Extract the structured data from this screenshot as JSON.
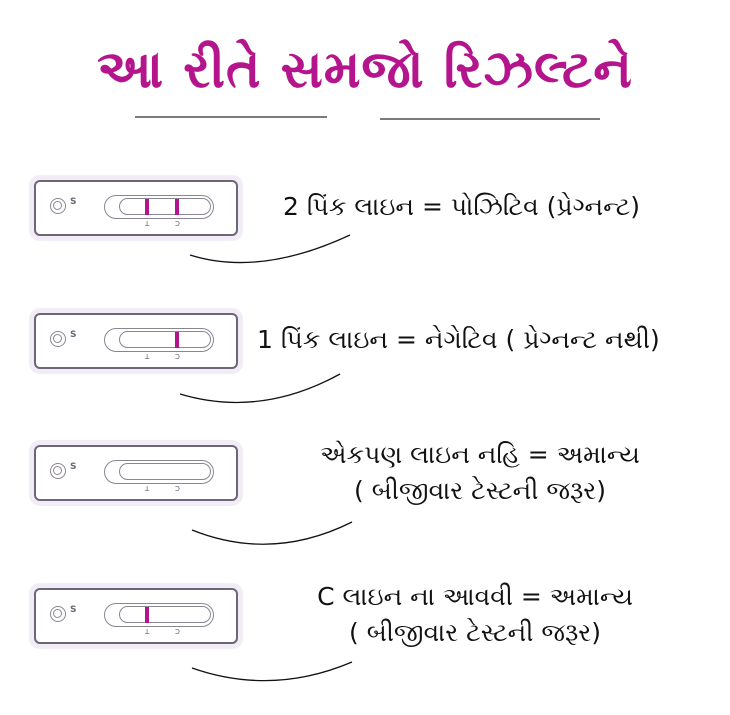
{
  "title": "આ રીતે સમજો રિઝલ્ટને",
  "colors": {
    "title": "#b5158c",
    "test_line": "#b5158c",
    "card_border": "#6e6579",
    "rule": "#7b7b7b"
  },
  "cards": [
    {
      "sample_label": "S",
      "t_label": "T",
      "c_label": "C",
      "t_line": true,
      "c_line": true
    },
    {
      "sample_label": "S",
      "t_label": "T",
      "c_label": "C",
      "t_line": false,
      "c_line": true
    },
    {
      "sample_label": "S",
      "t_label": "T",
      "c_label": "C",
      "t_line": false,
      "c_line": false
    },
    {
      "sample_label": "S",
      "t_label": "T",
      "c_label": "C",
      "t_line": true,
      "c_line": false
    }
  ],
  "results": [
    {
      "line1": "2 પિંક લાઇન =  પોઝિટિવ (પ્રેગ્નન્ટ)"
    },
    {
      "line1": "1 પિંક લાઇન =  નેગેટિવ ( પ્રેગ્નન્ટ  નથી)"
    },
    {
      "line1": "એકપણ લાઇન નહિ = અમાન્ય",
      "line2": "( બીજીવાર ટેસ્ટની જરૂર)"
    },
    {
      "line1": "C  લાઇન ના  આવવી = અમાન્ય",
      "line2": "( બીજીવાર ટેસ્ટની જરૂર)"
    }
  ]
}
